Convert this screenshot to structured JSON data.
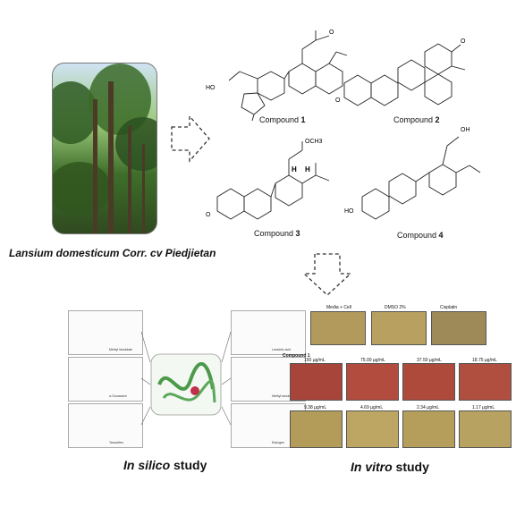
{
  "species_label": "Lansium domesticum Corr. cv Piedjietan",
  "compounds": {
    "c1": {
      "prefix": "Compound ",
      "num": "1"
    },
    "c2": {
      "prefix": "Compound ",
      "num": "2"
    },
    "c3": {
      "prefix": "Compound ",
      "num": "3"
    },
    "c4": {
      "prefix": "Compound ",
      "num": "4"
    }
  },
  "atom_labels": {
    "ho": "HO",
    "o": "O",
    "oh": "OH",
    "och3": "OCH3",
    "h": "H"
  },
  "in_silico": {
    "italic": "In silico",
    "rest": " study",
    "ligands_left": [
      "Methyl lansiolate",
      "α-Oxoaxanin",
      "Tamoxifen"
    ],
    "ligands_right": [
      "Lansiolic acid",
      "Methyl lansiolic acid",
      "Estrogen"
    ]
  },
  "in_vitro": {
    "italic": "In vitro",
    "rest": " study",
    "top_labels": [
      "Media + Cell",
      "DMSO 2%",
      "Cisplatin"
    ],
    "compound_label": "Compound 1",
    "conc_row1": [
      "150 µg/mL",
      "75.00 µg/mL",
      "37.50 µg/mL",
      "18.75 µg/mL"
    ],
    "conc_row2": [
      "9.38 µg/mL",
      "4.69 µg/mL",
      "2.34 µg/mL",
      "1.17 µg/mL"
    ]
  },
  "colors": {
    "photo_sky": "#cfe3f2",
    "foliage": "#2e5a22",
    "stain_red": "#a8453a",
    "stain_tan": "#b8a060",
    "protein_green": "#4a9a4a"
  }
}
